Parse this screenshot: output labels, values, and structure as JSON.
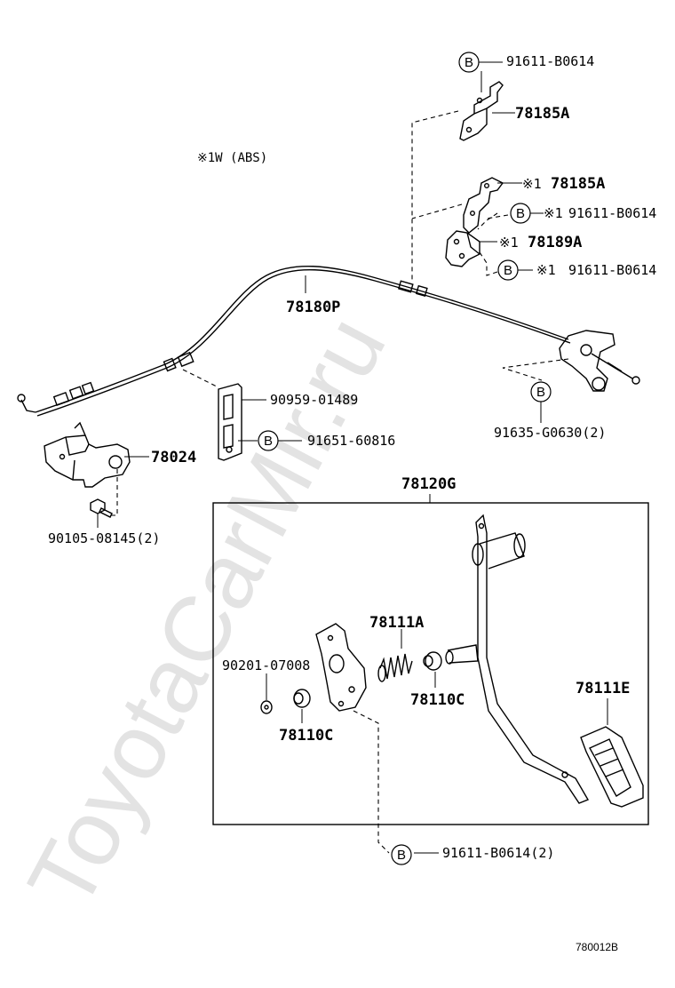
{
  "watermark": "ToyotaCarMir.ru",
  "note": "※1W (ABS)",
  "diagram_code": "780012B",
  "callout_letter": "B",
  "labels": {
    "p_91611_top": "91611-B0614",
    "p_78185a_top": "78185A",
    "p_78185a_abs": "78185A",
    "p_91611_abs1": "91611-B0614",
    "p_78189a": "78189A",
    "p_91611_abs2": "91611-B0614",
    "p_78180p": "78180P",
    "p_90959": "90959-01489",
    "p_91651": "91651-60816",
    "p_78024": "78024",
    "p_91635": "91635-G0630(2)",
    "p_90105": "90105-08145(2)",
    "p_78120g": "78120G",
    "p_78111a": "78111A",
    "p_90201": "90201-07008",
    "p_78110c_right": "78110C",
    "p_78110c_left": "78110C",
    "p_78111e": "78111E",
    "p_91611_bottom": "91611-B0614(2)"
  },
  "abs_mark": "※1"
}
